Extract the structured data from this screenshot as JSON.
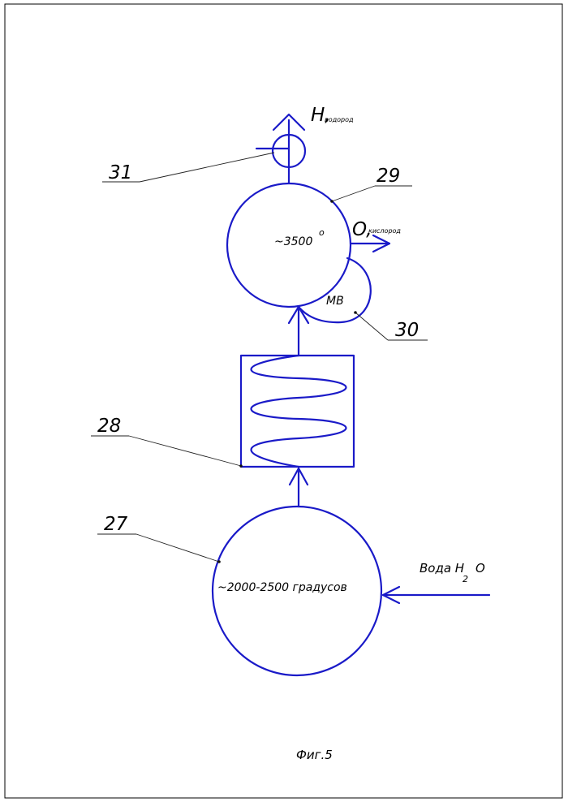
{
  "figure": {
    "caption": "Фиг.5"
  },
  "labels": {
    "ref_31": "31",
    "ref_29": "29",
    "ref_30": "30",
    "ref_28": "28",
    "ref_27": "27"
  },
  "hydrogen": {
    "symbol": "H,",
    "name": "водород"
  },
  "oxygen": {
    "symbol": "O,",
    "name": "кислород"
  },
  "reactor_top": {
    "temperature": "~3500",
    "degree": "o"
  },
  "microwave": {
    "label": "МВ"
  },
  "reactor_bottom": {
    "temperature": "~2000-2500 градусов"
  },
  "water_input": {
    "prefix": "Вода H",
    "subscript": "2",
    "suffix": "O"
  },
  "colors": {
    "line": "#1a1ac8",
    "text": "#000000"
  }
}
